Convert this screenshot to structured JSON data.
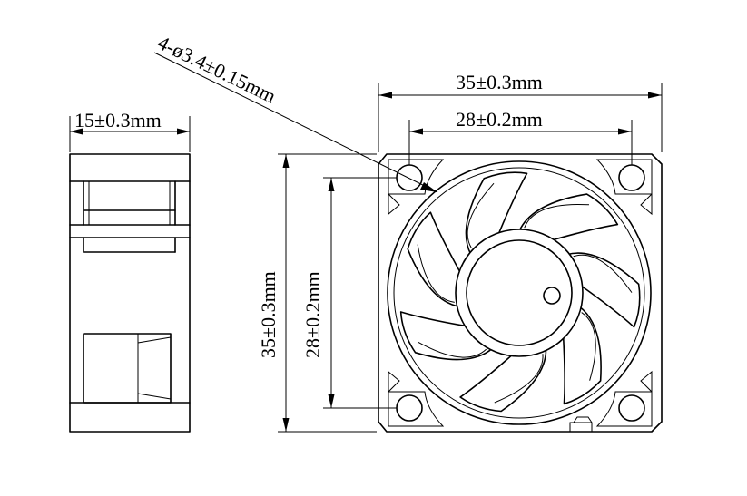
{
  "labels": {
    "side_thickness": "15±0.3mm",
    "hole_spec": "4-ø3.4±0.15mm",
    "frame_width": "35±0.3mm",
    "hole_spacing_width": "28±0.2mm",
    "frame_height": "35±0.3mm",
    "hole_spacing_height": "28±0.2mm"
  },
  "colors": {
    "line": "#000000",
    "background": "#ffffff"
  }
}
